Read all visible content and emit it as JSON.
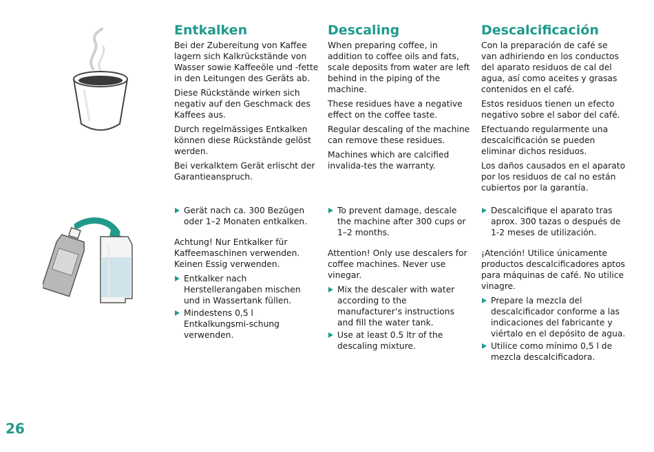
{
  "page_number": "26",
  "accent_color": "#1f9a8c",
  "icons": {
    "top": "coffee-cup-icon",
    "bottom": "descaler-bottle-water-tank-icon"
  },
  "german": {
    "title": "Entkalken",
    "intro": [
      "Bei der Zubereitung von Kaffee lagern sich Kalkrückstände von Wasser sowie Kaffeeöle und -fette in den Leitungen des Geräts ab.",
      "Diese Rückstände wirken sich negativ auf den Geschmack des Kaffees aus.",
      "Durch regelmässiges Entkalken können diese Rückstände gelöst werden.",
      "Bei verkalktem Gerät erlischt der Garantieanspruch."
    ],
    "step1": "Gerät nach ca. 300 Bezügen oder 1–2 Monaten entkalken.",
    "caution": "Achtung! Nur Entkalker für Kaffeemaschinen verwenden. Keinen Essig verwenden.",
    "steps": [
      "Entkalker nach Herstellerangaben mischen und in Wassertank füllen.",
      "Mindestens 0,5 l Entkalkungsmi-schung verwenden."
    ]
  },
  "english": {
    "title": "Descaling",
    "intro": [
      "When preparing coffee, in addition to coffee oils and fats, scale deposits from water are left behind in the piping of the machine.",
      "These residues have a negative effect on the coffee taste.",
      "Regular descaling of the machine can remove these residues.",
      "Machines which are calcified invalida-tes the warranty."
    ],
    "step1": "To prevent damage, descale the machine after 300 cups or 1–2 months.",
    "caution": "Attention! Only use descalers for coffee machines. Never use vinegar.",
    "steps": [
      "Mix the descaler with water according to the manufacturer’s instructions and fill the water tank.",
      "Use at least 0.5 ltr of the descaling mixture."
    ]
  },
  "spanish": {
    "title": "Descalcificación",
    "intro": [
      "Con la preparación de café se van adhiriendo en los conductos del aparato residuos de cal del agua, así como aceites y grasas contenidos en el café.",
      "Estos residuos tienen un efecto negativo sobre el sabor del café.",
      "Efectuando regularmente una descalcificación se pueden eliminar dichos residuos.",
      "Los daños causados en el aparato por los residuos de cal no están cubiertos por la garantía."
    ],
    "step1": "Descalcifique el aparato tras aprox. 300 tazas o después de 1-2 meses de utilización.",
    "caution": "¡Atención! Utilice únicamente productos descalcificadores aptos para máquinas de café. No utilice vinagre.",
    "steps": [
      "Prepare la mezcla del descalcificador conforme a las indicaciones del fabricante y viértalo en el depósito de agua.",
      "Utilice como mínimo 0,5 l de mezcla descalcificadora."
    ]
  }
}
